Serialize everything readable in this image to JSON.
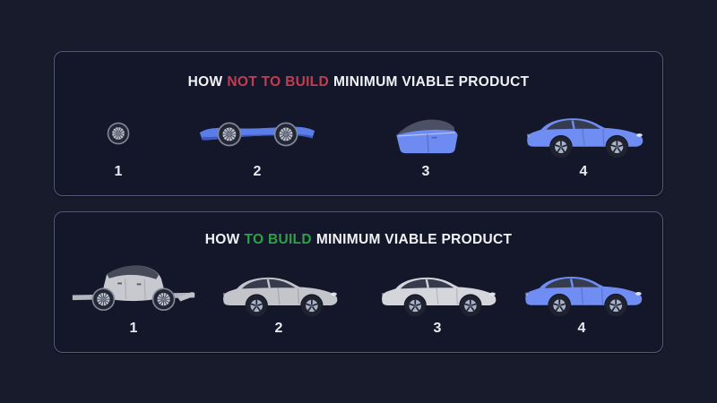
{
  "infographic": {
    "background_color": "#181b2b",
    "panel_border_color": "#535a78",
    "text_color": "#f1f2f5",
    "panels": [
      {
        "name": "how-not-to-build",
        "title": {
          "prefix": "HOW",
          "highlight": "NOT TO BUILD",
          "suffix": "MINIMUM VIABLE PRODUCT",
          "highlight_color": "#c23d53"
        },
        "stages": [
          {
            "label": "1",
            "icon": "single-wheel"
          },
          {
            "label": "2",
            "icon": "chassis-with-wheels"
          },
          {
            "label": "3",
            "icon": "partial-car-body"
          },
          {
            "label": "4",
            "icon": "finished-blue-car"
          }
        ]
      },
      {
        "name": "how-to-build",
        "title": {
          "prefix": "HOW",
          "highlight": "TO BUILD",
          "suffix": "MINIMUM VIABLE PRODUCT",
          "highlight_color": "#2da14a"
        },
        "stages": [
          {
            "label": "1",
            "icon": "rough-prototype-car"
          },
          {
            "label": "2",
            "icon": "basic-gray-car"
          },
          {
            "label": "3",
            "icon": "refined-silver-car"
          },
          {
            "label": "4",
            "icon": "finished-blue-car"
          }
        ]
      }
    ],
    "colors": {
      "finished_car_blue": "#6f8df2",
      "chassis_blue": "#5b7de9",
      "rough_car_gray": "#c7c9cf",
      "basic_car_gray": "#c3c5cb",
      "refined_car_silver": "#d4d6db",
      "window_dark": "#363c4e",
      "wheel_rim": "#aab2c6"
    }
  }
}
